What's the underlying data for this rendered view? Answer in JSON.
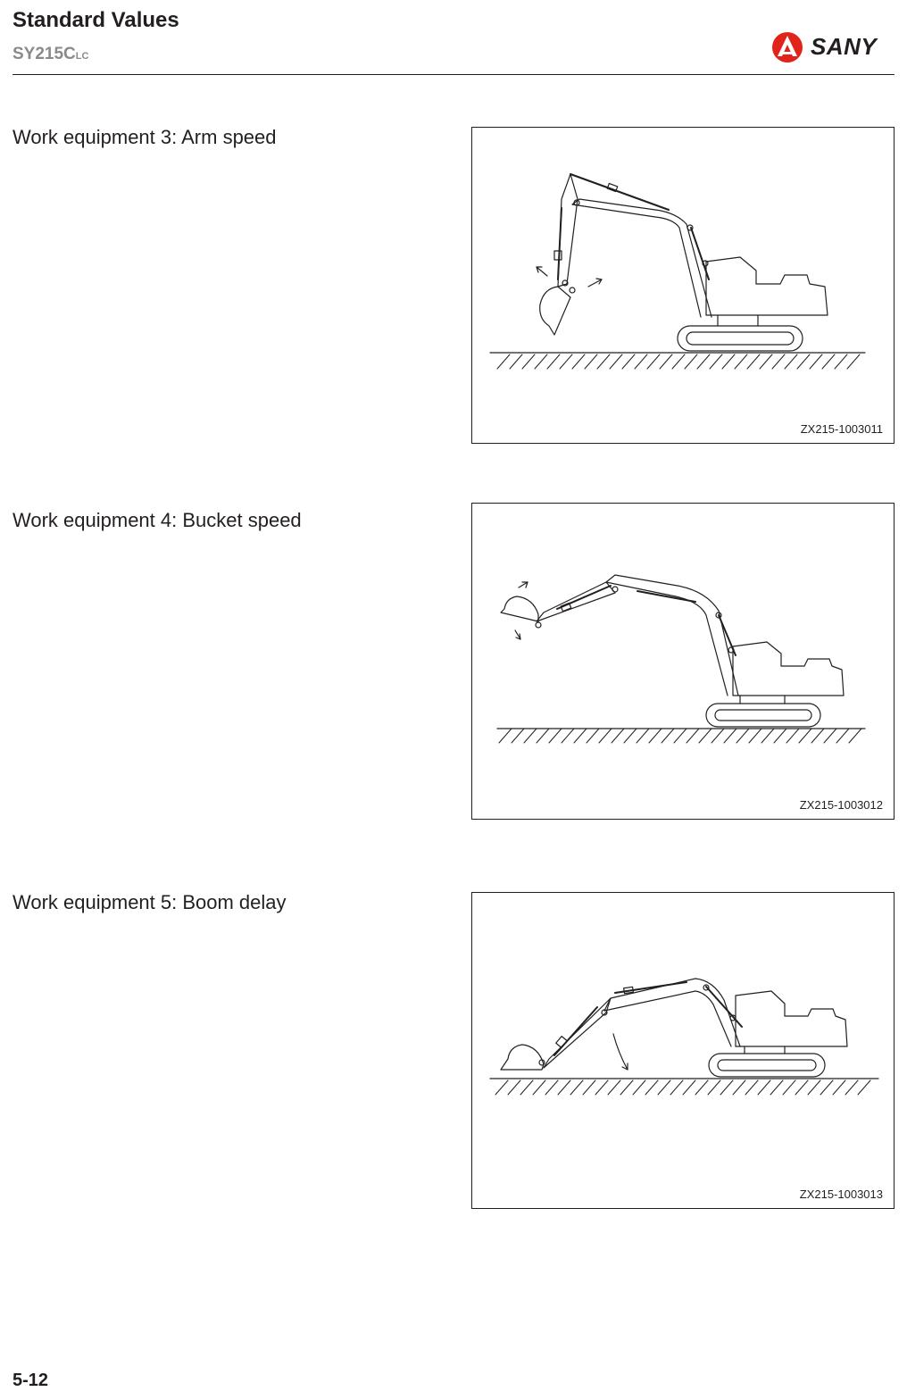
{
  "header": {
    "title": "Standard Values",
    "model": "SY215C",
    "model_suffix": "LC",
    "brand": "SANY",
    "brand_color": "#e2231a"
  },
  "sections": [
    {
      "label": "Work equipment 3: Arm speed",
      "figure_code": "ZX215-1003011"
    },
    {
      "label": "Work equipment 4: Bucket speed",
      "figure_code": "ZX215-1003012"
    },
    {
      "label": "Work equipment 5: Boom delay",
      "figure_code": "ZX215-1003013"
    }
  ],
  "footer": {
    "page_number": "5-12"
  }
}
